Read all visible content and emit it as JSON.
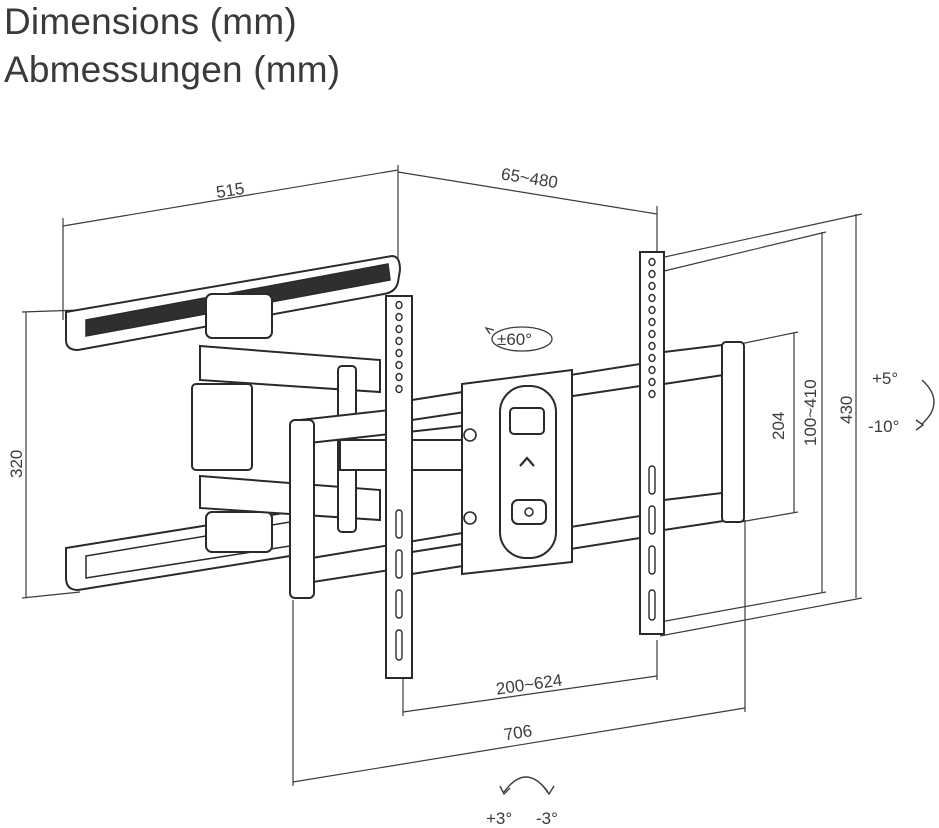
{
  "title": {
    "line1": "Dimensions (mm)",
    "line2": "Abmessungen (mm)"
  },
  "dimensions": {
    "wall_plate_width": "515",
    "arm_extension": "65~480",
    "wall_plate_height": "320",
    "rotation": "±60°",
    "vesa_min_height": "204",
    "vesa_range_height": "100~410",
    "tv_plate_height": "430",
    "tilt_up": "+5°",
    "tilt_down": "-10°",
    "vesa_width_range": "200~624",
    "total_width": "706",
    "swivel_plus": "+3°",
    "swivel_minus": "-3°"
  }
}
